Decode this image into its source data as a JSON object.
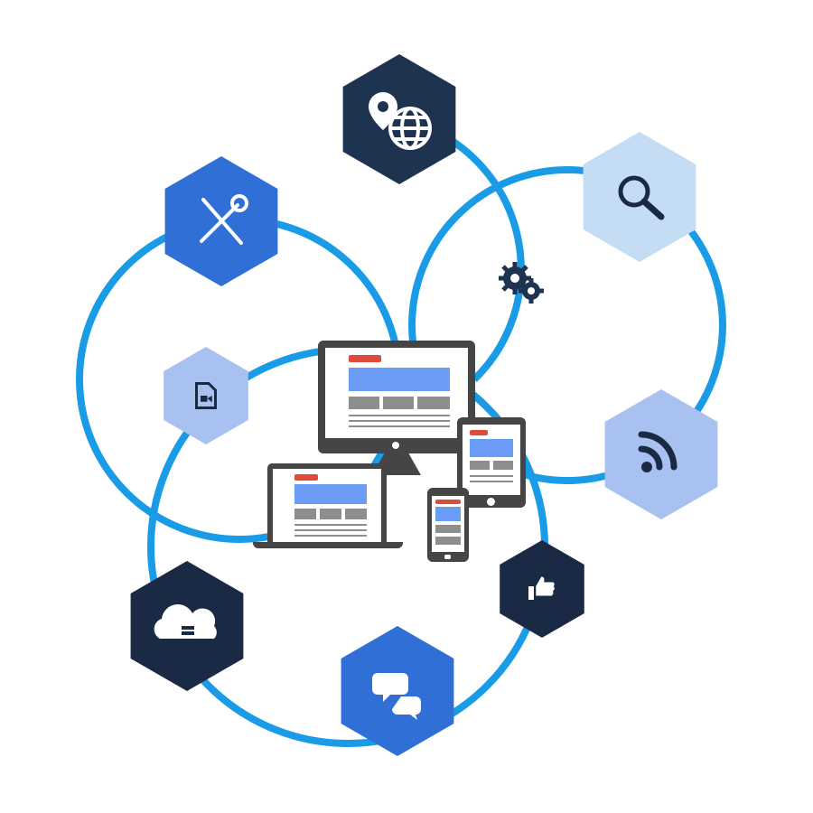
{
  "colors": {
    "ring": "#1a9be6",
    "dark": "#1e3350",
    "navy": "#1b2a44",
    "blue": "#2f6fd6",
    "light": "#c5dcf5",
    "periwinkle": "#a9c1f0",
    "device": "#454545",
    "accent_red": "#e04a3b",
    "accent_blue": "#6b9cf5"
  },
  "hexagons": [
    {
      "icon": "globe-pin-icon"
    },
    {
      "icon": "search-icon"
    },
    {
      "icon": "tools-icon"
    },
    {
      "icon": "video-file-icon"
    },
    {
      "icon": "rss-icon"
    },
    {
      "icon": "cloud-database-icon"
    },
    {
      "icon": "thumbs-up-icon"
    },
    {
      "icon": "chat-icon"
    }
  ],
  "center_icon": "gears-icon",
  "devices": [
    "desktop-monitor",
    "laptop",
    "tablet",
    "smartphone"
  ]
}
